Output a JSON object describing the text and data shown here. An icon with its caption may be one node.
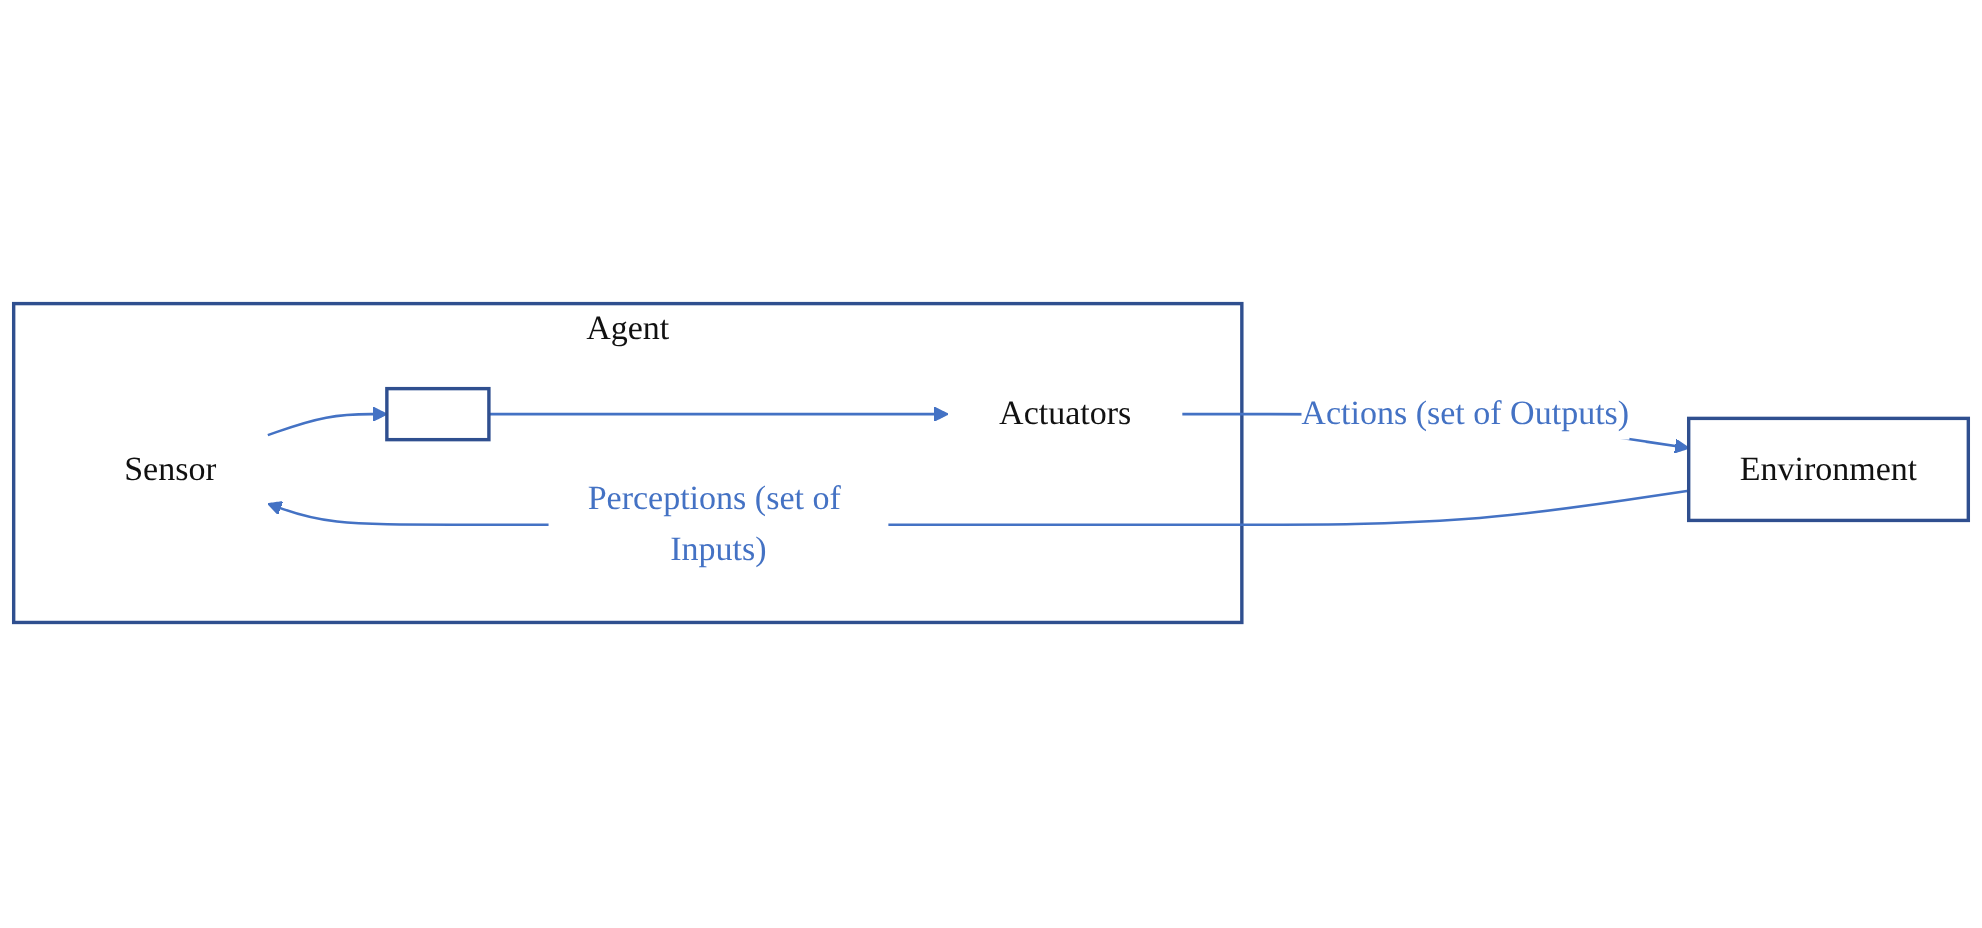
{
  "diagram": {
    "nodes": [
      {
        "text": [
          "Agent"
        ]
      },
      {
        "text": [
          "Sensor"
        ],
        "in": 0
      },
      {
        "text": [],
        "shape": "box",
        "in": 0
      },
      {
        "text": [
          "Actuators"
        ],
        "in": 0
      },
      {
        "text": [
          "Environment"
        ]
      }
    ],
    "edges": [
      {
        "from": 4,
        "to": 1,
        "arrow": "to",
        "label": "Perceptions (set of Inputs)"
      },
      {
        "from": 1,
        "to": 2,
        "arrow": "to"
      },
      {
        "from": 2,
        "to": 3,
        "arrow": "to"
      },
      {
        "from": 3,
        "to": 4,
        "arrow": "to",
        "label": "Actions (set of Outputs)"
      }
    ]
  }
}
